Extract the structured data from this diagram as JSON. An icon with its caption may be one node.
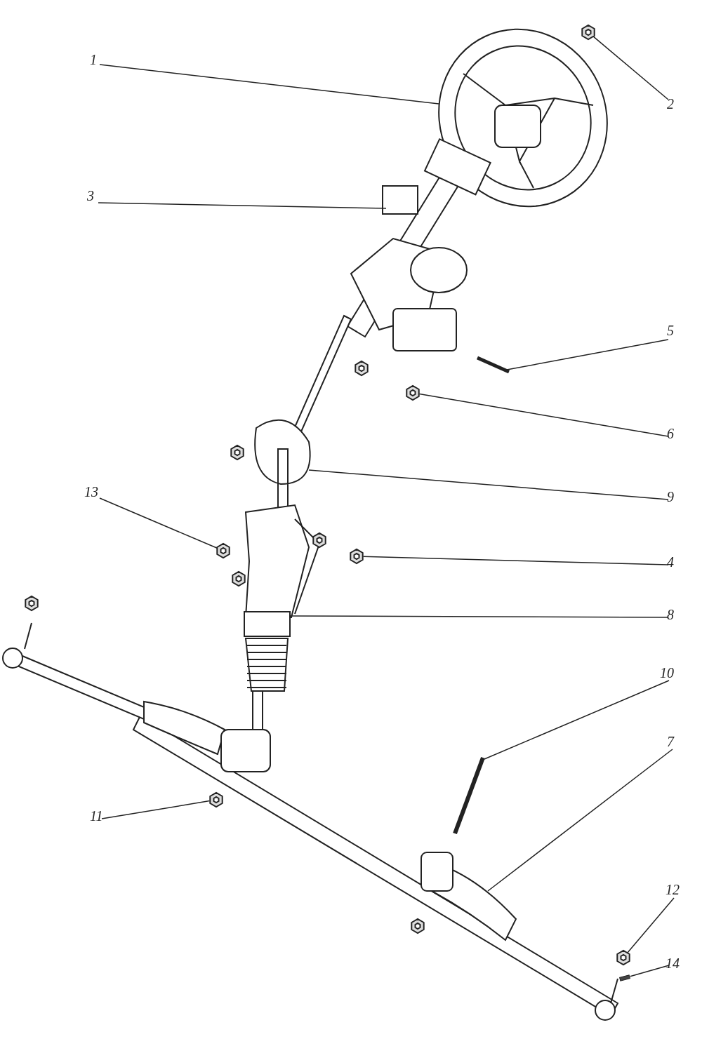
{
  "diagram": {
    "nodes": [
      {
        "text": [
          "1"
        ]
      },
      {
        "text": [
          "2"
        ]
      },
      {
        "text": [
          "3"
        ]
      },
      {
        "text": [
          "5"
        ]
      },
      {
        "text": [
          "6"
        ]
      },
      {
        "text": [
          "9"
        ]
      },
      {
        "text": [
          "13"
        ]
      },
      {
        "text": [
          "4"
        ]
      },
      {
        "text": [
          "8"
        ]
      },
      {
        "text": [
          "10"
        ]
      },
      {
        "text": [
          "7"
        ]
      },
      {
        "text": [
          "11"
        ]
      },
      {
        "text": [
          "12"
        ]
      },
      {
        "text": [
          "14"
        ]
      },
      {
        "text": [],
        "shape": "hexagon"
      },
      {
        "text": [],
        "shape": "hexagon"
      },
      {
        "text": [],
        "shape": "hexagon"
      },
      {
        "text": [],
        "shape": "hexagon"
      },
      {
        "text": [],
        "shape": "hexagon"
      },
      {
        "text": [],
        "shape": "hexagon"
      },
      {
        "text": [],
        "shape": "hexagon"
      },
      {
        "text": [],
        "shape": "hexagon"
      },
      {
        "text": [],
        "shape": "hexagon"
      },
      {
        "text": [],
        "shape": "hexagon"
      },
      {
        "text": [],
        "shape": "hexagon"
      },
      {
        "text": [],
        "shape": "hexagon"
      },
      {
        "text": [],
        "shape": "bar"
      }
    ],
    "edges": [
      {
        "from": 0,
        "to": null,
        "arrow": "none"
      },
      {
        "from": 1,
        "to": 14,
        "arrow": "none"
      },
      {
        "from": 2,
        "to": null,
        "arrow": "none"
      },
      {
        "from": 3,
        "to": null,
        "arrow": "none"
      },
      {
        "from": 4,
        "to": 16,
        "arrow": "none"
      },
      {
        "from": 5,
        "to": null,
        "arrow": "none"
      },
      {
        "from": 6,
        "to": 19,
        "arrow": "none"
      },
      {
        "from": 7,
        "to": 20,
        "arrow": "none"
      },
      {
        "from": 8,
        "to": null,
        "arrow": "none"
      },
      {
        "from": 9,
        "to": null,
        "arrow": "none"
      },
      {
        "from": 10,
        "to": null,
        "arrow": "none"
      },
      {
        "from": 11,
        "to": 23,
        "arrow": "none"
      },
      {
        "from": 12,
        "to": 25,
        "arrow": "none"
      },
      {
        "from": 13,
        "to": 26,
        "arrow": "none"
      }
    ]
  }
}
